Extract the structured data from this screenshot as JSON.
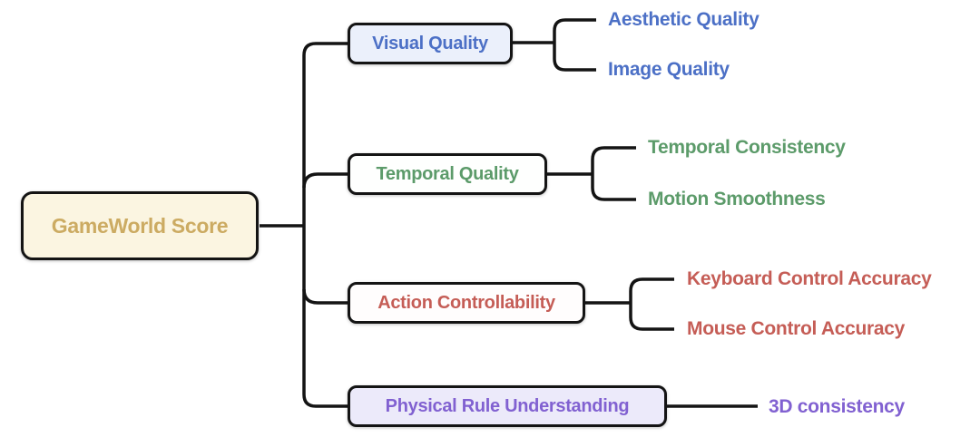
{
  "tree": {
    "title_node": {
      "label": "GameWorld Score",
      "text_color": "#CCAB62",
      "bg_color": "#FBF5E1",
      "border_color": "#141414"
    },
    "line_color": "#141414",
    "branches": [
      {
        "label": "Visual Quality",
        "text_color": "#4C70C6",
        "bg_color": "#EBF0FB",
        "children": [
          "Aesthetic Quality",
          "Image Quality"
        ]
      },
      {
        "label": "Temporal Quality",
        "text_color": "#5C9B6A",
        "bg_color": "#FEFFFE",
        "children": [
          "Temporal Consistency",
          "Motion Smoothness"
        ]
      },
      {
        "label": "Action Controllability",
        "text_color": "#C55D56",
        "bg_color": "#FFFDFD",
        "children": [
          "Keyboard Control Accuracy",
          "Mouse Control Accuracy"
        ]
      },
      {
        "label": "Physical Rule Understanding",
        "text_color": "#8161D1",
        "bg_color": "#ECEAFA",
        "children": [
          "3D consistency"
        ]
      }
    ]
  }
}
